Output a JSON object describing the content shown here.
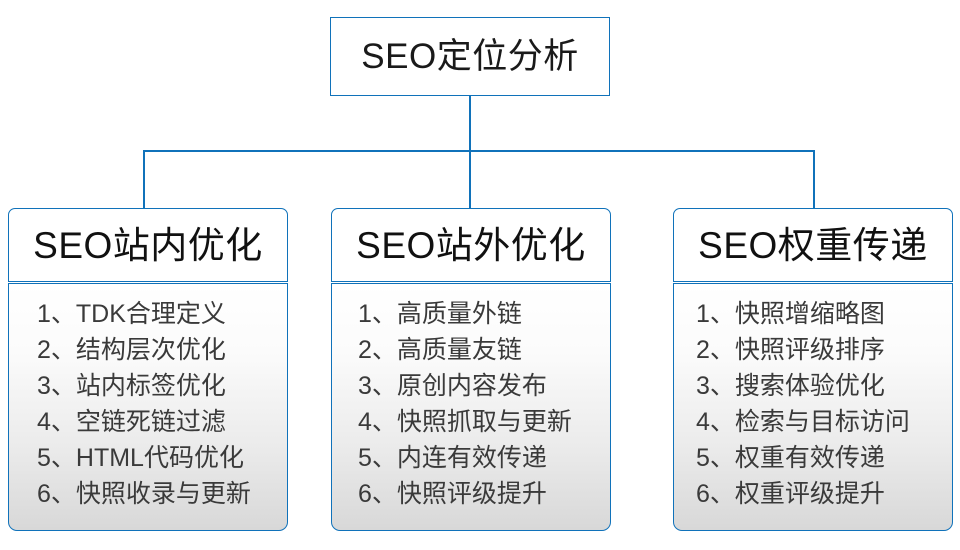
{
  "diagram": {
    "type": "org-tree",
    "accent_color": "#1072ba",
    "text_color": "#333333",
    "root": {
      "label": "SEO定位分析"
    },
    "branches": [
      {
        "title": "SEO站内优化",
        "items": [
          "1、TDK合理定义",
          "2、结构层次优化",
          "3、站内标签优化",
          "4、空链死链过滤",
          "5、HTML代码优化",
          "6、快照收录与更新"
        ]
      },
      {
        "title": "SEO站外优化",
        "items": [
          "1、高质量外链",
          "2、高质量友链",
          "3、原创内容发布",
          "4、快照抓取与更新",
          "5、内连有效传递",
          "6、快照评级提升"
        ]
      },
      {
        "title": "SEO权重传递",
        "items": [
          "1、快照增缩略图",
          "2、快照评级排序",
          "3、搜索体验优化",
          "4、检索与目标访问",
          "5、权重有效传递",
          "6、权重评级提升"
        ]
      }
    ]
  }
}
